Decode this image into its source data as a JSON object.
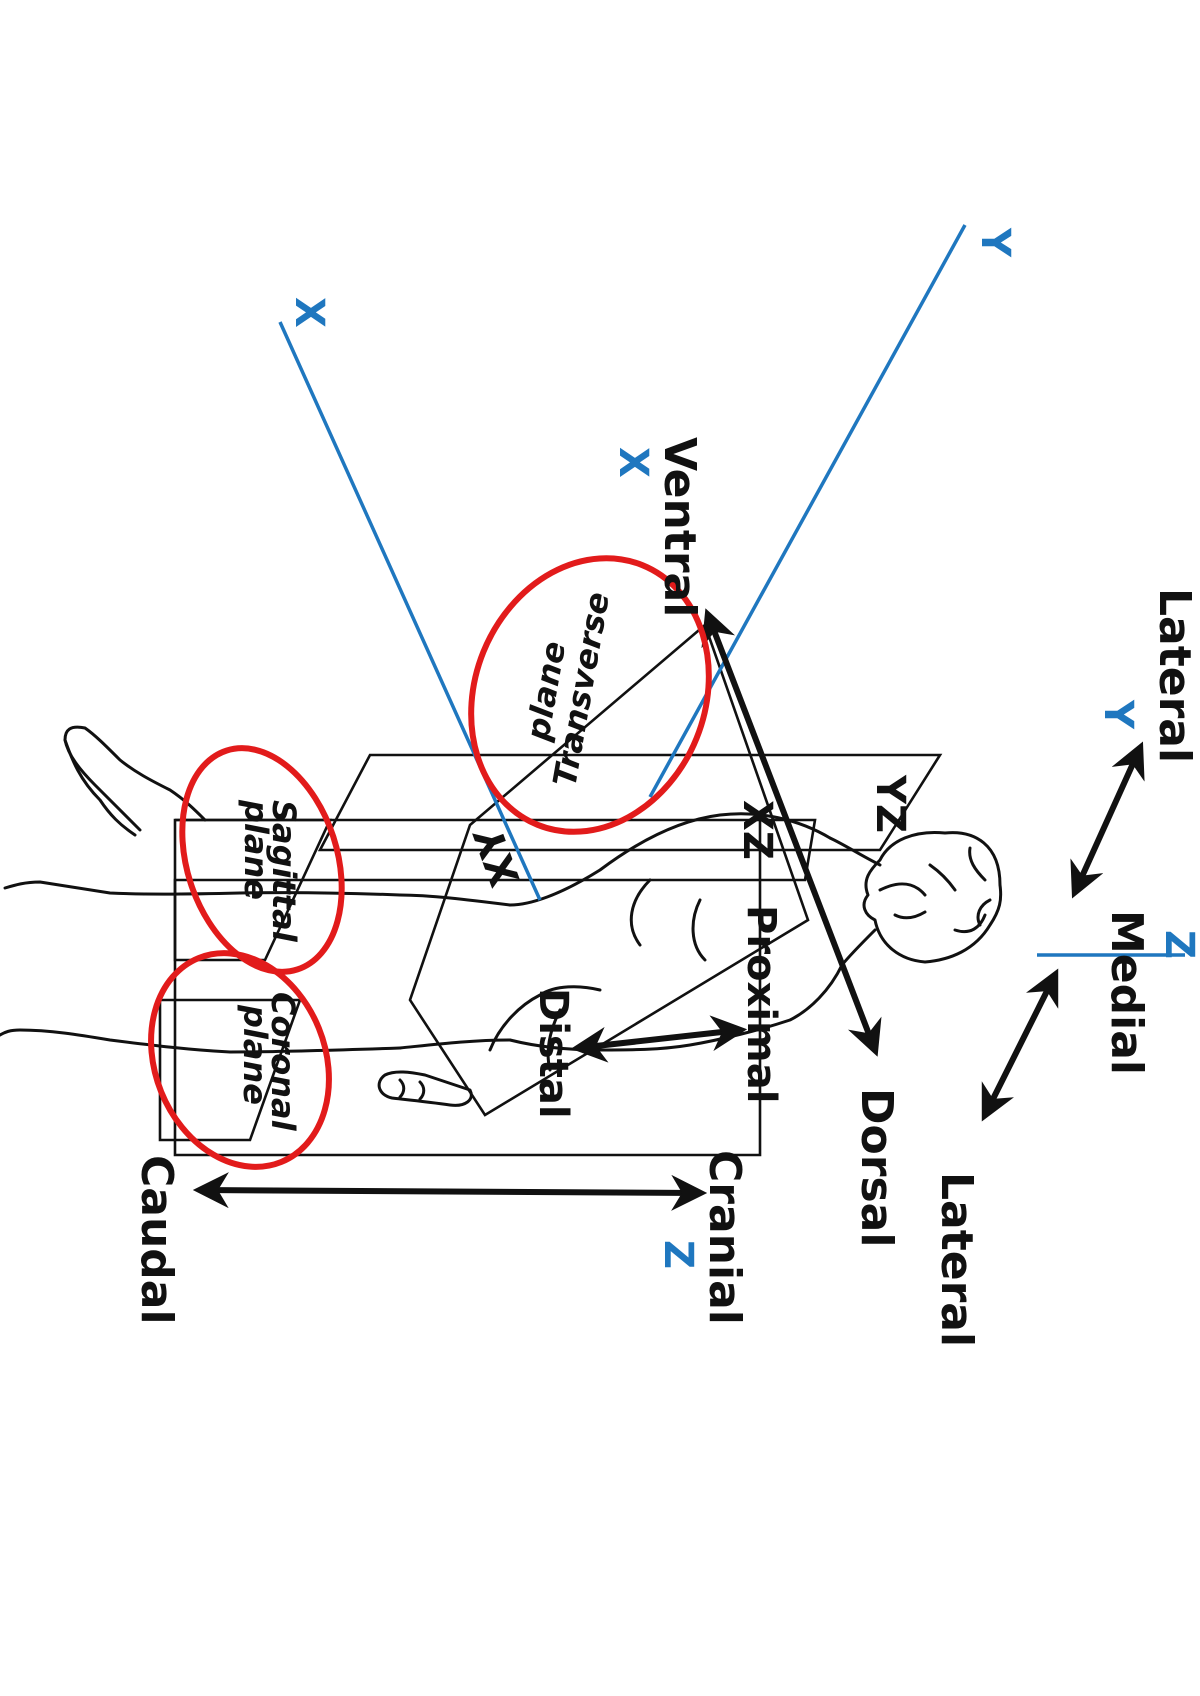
{
  "colors": {
    "axis": "#1f77bf",
    "highlight": "#e21b1b",
    "ink": "#111111",
    "background": "#ffffff"
  },
  "axes": {
    "x_far": "X",
    "y_far": "Y",
    "x_near": "X",
    "y_near": "Y",
    "z_head": "Z",
    "z_bottom": "Z"
  },
  "directions": {
    "lateral_top": "Lateral",
    "medial": "Medial",
    "lateral_bottom": "Lateral",
    "ventral": "Ventral",
    "dorsal": "Dorsal",
    "proximal": "Proximal",
    "distal": "Distal",
    "cranial": "Cranial",
    "caudal": "Caudal"
  },
  "planes": {
    "xy": "XY",
    "xz": "XZ",
    "yz": "YZ",
    "transverse_line1": "Transverse",
    "transverse_line2": "plane",
    "sagittal_line1": "Sagittal",
    "sagittal_line2": "plane",
    "coronal_line1": "Coronal",
    "coronal_line2": "plane"
  }
}
